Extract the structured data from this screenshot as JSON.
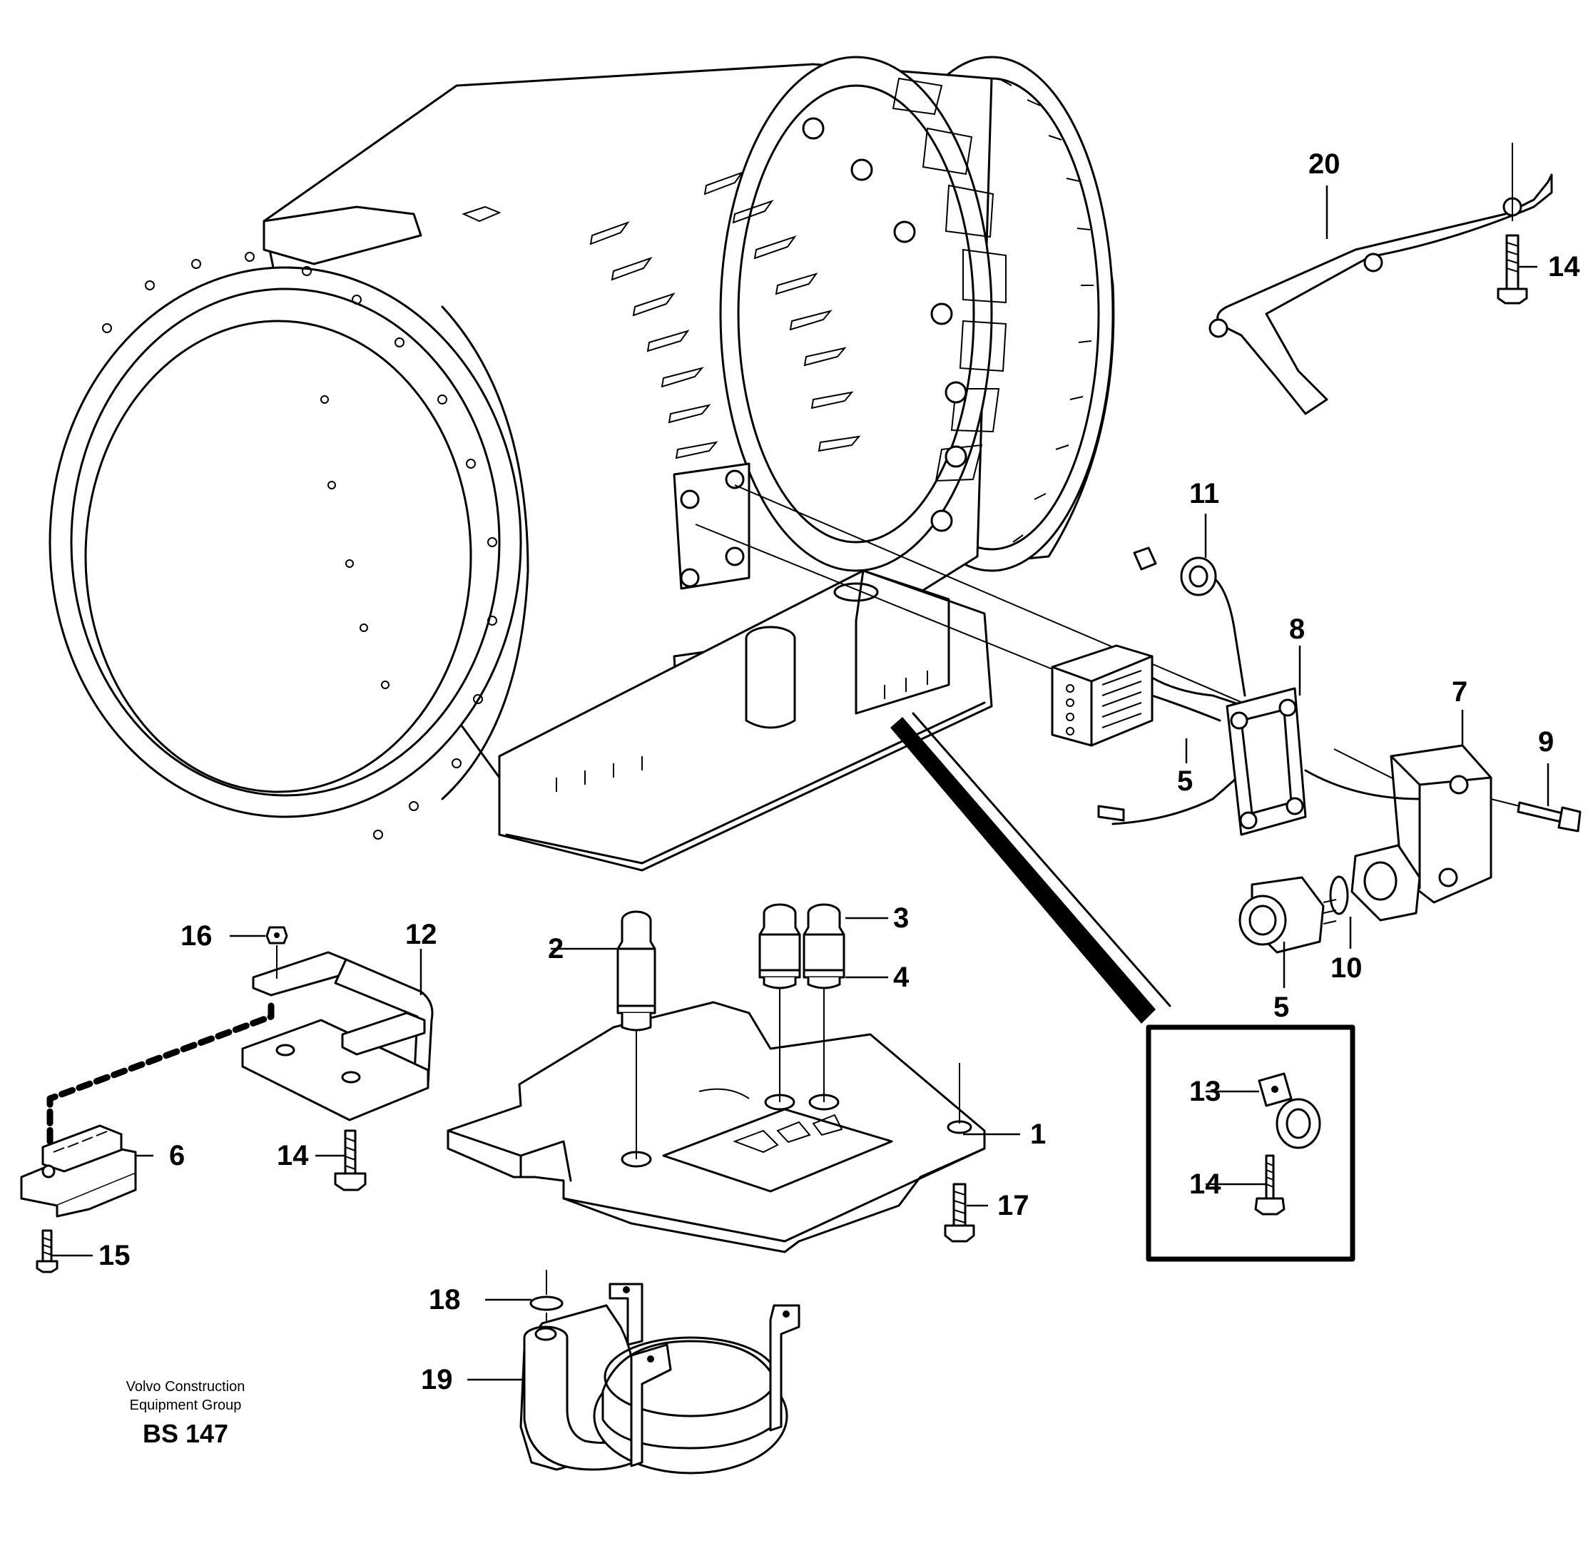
{
  "callouts": {
    "c1": "1",
    "c2": "2",
    "c3": "3",
    "c4": "4",
    "c5a": "5",
    "c5b": "5",
    "c6": "6",
    "c7": "7",
    "c8": "8",
    "c9": "9",
    "c10": "10",
    "c11": "11",
    "c12": "12",
    "c13": "13",
    "c14a": "14",
    "c14b": "14",
    "c14c": "14",
    "c15": "15",
    "c16": "16",
    "c17": "17",
    "c18": "18",
    "c19": "19",
    "c20": "20"
  },
  "footer": {
    "company_line1": "Volvo Construction",
    "company_line2": "Equipment Group",
    "code": "BS 147"
  }
}
